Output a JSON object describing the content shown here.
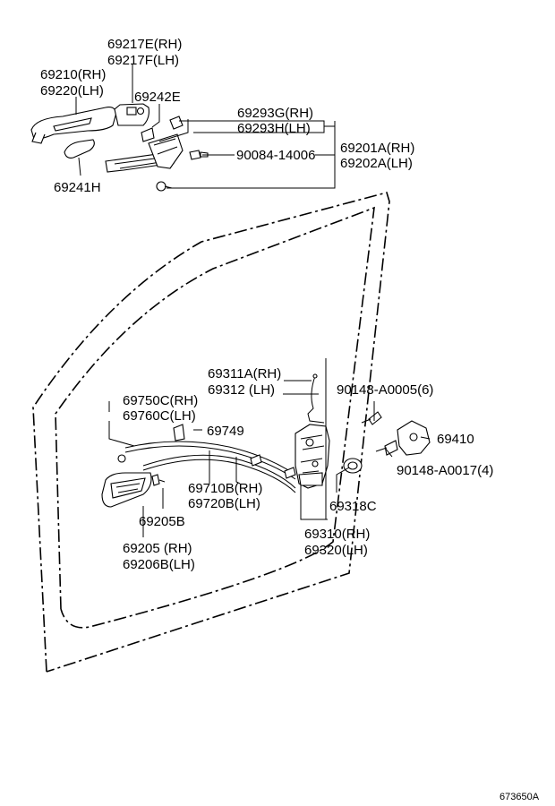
{
  "labels": {
    "p69217": [
      "69217E(RH)",
      "69217F(LH)"
    ],
    "p69210": [
      "69210(RH)",
      "69220(LH)"
    ],
    "p69242": "69242E",
    "p69293": [
      "69293G(RH)",
      "69293H(LH)"
    ],
    "p69201": [
      "69201A(RH)",
      "69202A(LH)"
    ],
    "p90084": "90084-14006",
    "p69241": "69241H",
    "p69311": [
      "69311A(RH)",
      "69312 (LH)"
    ],
    "p90148a": "90148-A0005(6)",
    "p69750": [
      "69750C(RH)",
      "69760C(LH)"
    ],
    "p69749": "69749",
    "p69410": "69410",
    "p90148b": "90148-A0017(4)",
    "p69710": [
      "69710B(RH)",
      "69720B(LH)"
    ],
    "p69318": "69318C",
    "p69205b": "69205B",
    "p69310": [
      "69310(RH)",
      "69320(LH)"
    ],
    "p69205": [
      "69205 (RH)",
      "69206B(LH)"
    ]
  },
  "diagram_code": "673650A"
}
